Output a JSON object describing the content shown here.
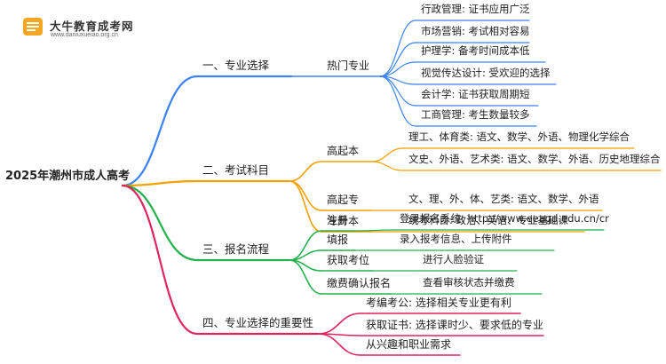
{
  "logo": {
    "name": "大牛教育成考网",
    "url": "www.daniuxueiao.org.cn",
    "color": "#f5a623"
  },
  "root": "2025年潮州市成人高考",
  "branches": [
    {
      "label": "一、专业选择",
      "color": "#3b82f6",
      "children": [
        {
          "label": "热门专业",
          "children": [
            "行政管理: 证书应用广泛",
            "市场营销: 考试相对容易",
            "护理学: 备考时间成本低",
            "视觉传达设计: 受欢迎的选择",
            "会计学: 证书获取周期短",
            "工商管理: 考生数量较多"
          ]
        }
      ]
    },
    {
      "label": "二、考试科目",
      "color": "#f5a100",
      "children": [
        {
          "label": "高起本",
          "children": [
            "理工、体育类: 语文、数学、外语、物理化学综合",
            "文史、外语、艺术类: 语文、数学、外语、历史地理综合"
          ]
        },
        {
          "label": "高起专",
          "children": [
            "文、理、外、体、艺类: 语文、数学、外语"
          ]
        },
        {
          "label": "专升本",
          "children": [
            "统考科目: 政治、英语、专业基础课"
          ]
        }
      ]
    },
    {
      "label": "三、报名流程",
      "color": "#22b14c",
      "children": [
        {
          "label": "注册",
          "children": [
            "登录报名系统: http://www.eeagd.edu.cn/cr"
          ]
        },
        {
          "label": "填报",
          "children": [
            "录入报考信息、上传附件"
          ]
        },
        {
          "label": "获取考位",
          "children": [
            "进行人脸验证"
          ]
        },
        {
          "label": "缴费确认报名",
          "children": [
            "查看审核状态并缴费"
          ]
        }
      ]
    },
    {
      "label": "四、专业选择的重要性",
      "color": "#e0245e",
      "children": [
        {
          "label": "考编考公: 选择相关专业更有利",
          "children": []
        },
        {
          "label": "获取证书: 选择课时少、要求低的专业",
          "children": []
        },
        {
          "label": "从兴趣和职业需求",
          "children": []
        }
      ]
    }
  ]
}
